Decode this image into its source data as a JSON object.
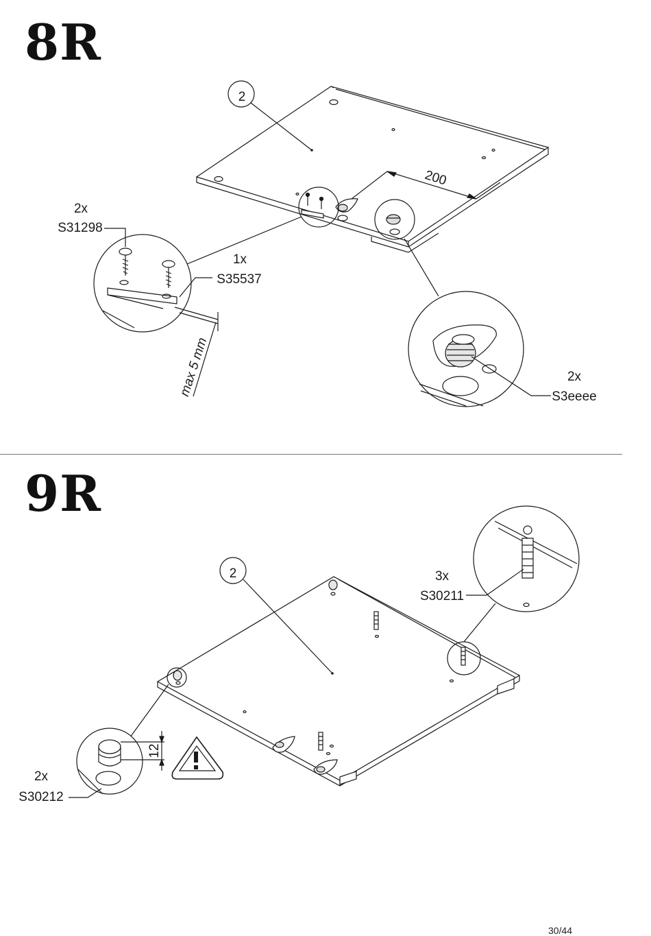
{
  "steps": {
    "step8": {
      "title": "8R",
      "part_number": "2",
      "dimension": "200",
      "gap_note": "max 5 mm",
      "parts": [
        {
          "qty": "2x",
          "code": "S31298"
        },
        {
          "qty": "1x",
          "code": "S35537"
        },
        {
          "qty": "2x",
          "code": "S3eeee"
        }
      ]
    },
    "step9": {
      "title": "9R",
      "part_number": "2",
      "dimension": "12",
      "parts": [
        {
          "qty": "3x",
          "code": "S30211"
        },
        {
          "qty": "2x",
          "code": "S30212"
        }
      ]
    }
  },
  "footer": {
    "page": "30/44"
  },
  "icons": [
    "warning-triangle-icon",
    "screw-icon",
    "cam-lock-icon",
    "dowel-icon",
    "connector-plate-icon"
  ]
}
